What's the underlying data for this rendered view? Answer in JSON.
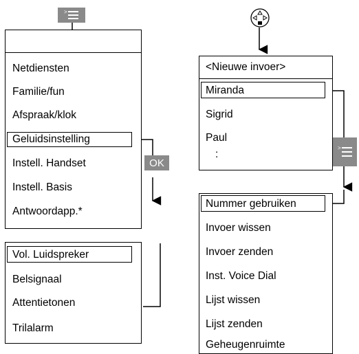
{
  "left_menu": {
    "items": [
      "Netdiensten",
      "Familie/fun",
      "Afspraak/klok",
      "Geluidsinstelling",
      "Instell. Handset",
      "Instell. Basis",
      "Antwoordapp.*"
    ],
    "highlighted_index": 3
  },
  "sub_menu": {
    "items": [
      "Vol. Luidspreker",
      "Belsignaal",
      "Attentietonen",
      "Trilalarm"
    ],
    "highlighted_index": 0
  },
  "phonebook": {
    "items": [
      "<Nieuwe invoer>",
      "Miranda",
      "Sigrid",
      "Paul",
      ":"
    ],
    "highlighted_index": 1
  },
  "options_menu": {
    "items": [
      "Nummer gebruiken",
      "Invoer wissen",
      "Invoer zenden",
      "Inst. Voice Dial",
      "Lijst wissen",
      "Lijst zenden",
      "Geheugenruimte"
    ],
    "highlighted_index": 0
  },
  "ok_key": {
    "label": "OK"
  },
  "icons": [
    "menu-key-icon",
    "nav-key-icon"
  ],
  "colors": {
    "key_gray": "#8a8a8a"
  }
}
